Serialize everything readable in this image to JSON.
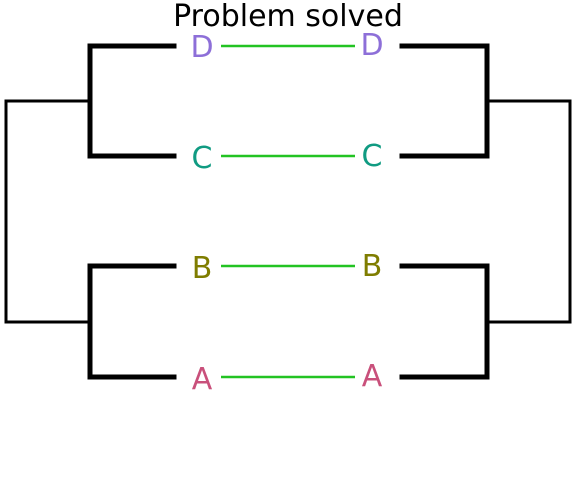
{
  "title": "Problem solved",
  "nodes": [
    {
      "id": "D",
      "left_label": "D",
      "right_label": "D",
      "color": "#8d6fd8"
    },
    {
      "id": "C",
      "left_label": "C",
      "right_label": "C",
      "color": "#109b82"
    },
    {
      "id": "B",
      "left_label": "B",
      "right_label": "B",
      "color": "#7f7d00"
    },
    {
      "id": "A",
      "left_label": "A",
      "right_label": "A",
      "color": "#c9507b"
    }
  ],
  "connector_color": "#22c322",
  "line_color": "#000000"
}
